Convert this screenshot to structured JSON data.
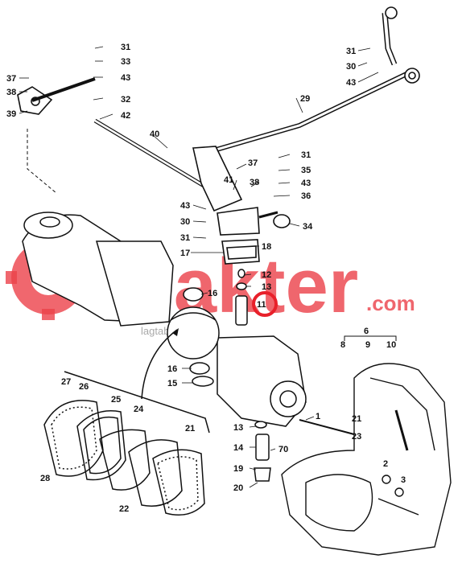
{
  "watermark": {
    "brand": "Trakter",
    "suffix": ".com",
    "tagline": "lagtabricas",
    "brand_color": "#e8202a"
  },
  "highlight": {
    "color": "#e8202a",
    "part": "11"
  },
  "callouts": {
    "p1": "1",
    "p2": "2",
    "p3": "3",
    "p6": "6",
    "p8": "8",
    "p9": "9",
    "p10": "10",
    "p11": "11",
    "p12": "12",
    "p13a": "13",
    "p13b": "13",
    "p14": "14",
    "p15": "15",
    "p16a": "16",
    "p16b": "16",
    "p17": "17",
    "p18": "18",
    "p19": "19",
    "p20": "20",
    "p21": "21",
    "p21b": "21",
    "p22": "22",
    "p23": "23",
    "p24": "24",
    "p25": "25",
    "p26": "26",
    "p27": "27",
    "p28": "28",
    "p29": "29",
    "p30a": "30",
    "p30b": "30",
    "p31a": "31",
    "p31b": "31",
    "p31c": "31",
    "p31d": "31",
    "p32": "32",
    "p33": "33",
    "p34": "34",
    "p35": "35",
    "p36": "36",
    "p37a": "37",
    "p37b": "37",
    "p38a": "38",
    "p38b": "38",
    "p39": "39",
    "p40": "40",
    "p41": "41",
    "p42": "42",
    "p43a": "43",
    "p43b": "43",
    "p43c": "43",
    "p43d": "43",
    "p70": "70"
  }
}
